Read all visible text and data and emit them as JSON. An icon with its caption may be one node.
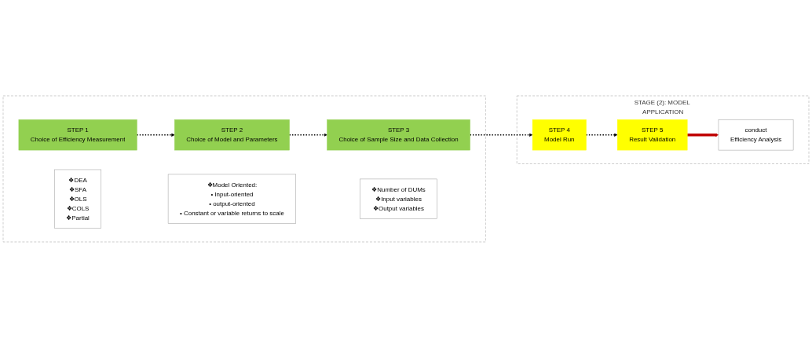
{
  "diagram": {
    "nodes": [
      {
        "text": [],
        "shape": "box"
      },
      {
        "text": [
          "STEP 1",
          "Choice of Efficiency Measurement"
        ],
        "in": 0
      },
      {
        "text": [
          "❖DEA",
          "❖SFA",
          "❖OLS",
          "❖COLS",
          "❖Partial"
        ],
        "in": 0
      },
      {
        "text": [
          "STEP 2",
          "Choice of Model and Parameters"
        ],
        "in": 0
      },
      {
        "text": [
          "❖Model Oriented:",
          "• Input-oriented",
          "• output-oriented",
          "• Constant or variable returns to scale"
        ],
        "in": 0
      },
      {
        "text": [
          "STEP 3",
          "Choice of Sample Size and Data Collection"
        ],
        "in": 0
      },
      {
        "text": [
          "❖Number of DUMs",
          "❖Input variables",
          "❖Output variables"
        ],
        "in": 0
      },
      {
        "text": [
          "STAGE (2): MODEL APPLICATION"
        ]
      },
      {
        "text": [
          "conduct",
          "Efficiency Analysis"
        ],
        "in": 7
      },
      {
        "text": [
          "STEP 5",
          "Result Validation"
        ],
        "in": 7
      },
      {
        "text": [
          "STEP 4",
          "Model Run"
        ],
        "in": 7
      }
    ],
    "edges": [
      {
        "from": 1,
        "to": 3,
        "arrow": "to",
        "style": "dashed"
      },
      {
        "from": 3,
        "to": 5,
        "arrow": "to",
        "style": "dashed"
      },
      {
        "from": 5,
        "to": 10,
        "arrow": "to",
        "style": "dashed"
      },
      {
        "from": 10,
        "to": 9,
        "arrow": "to",
        "style": "dashed"
      },
      {
        "from": 9,
        "to": 8,
        "arrow": "to",
        "style": "thick",
        "color": "#c00000"
      }
    ]
  }
}
